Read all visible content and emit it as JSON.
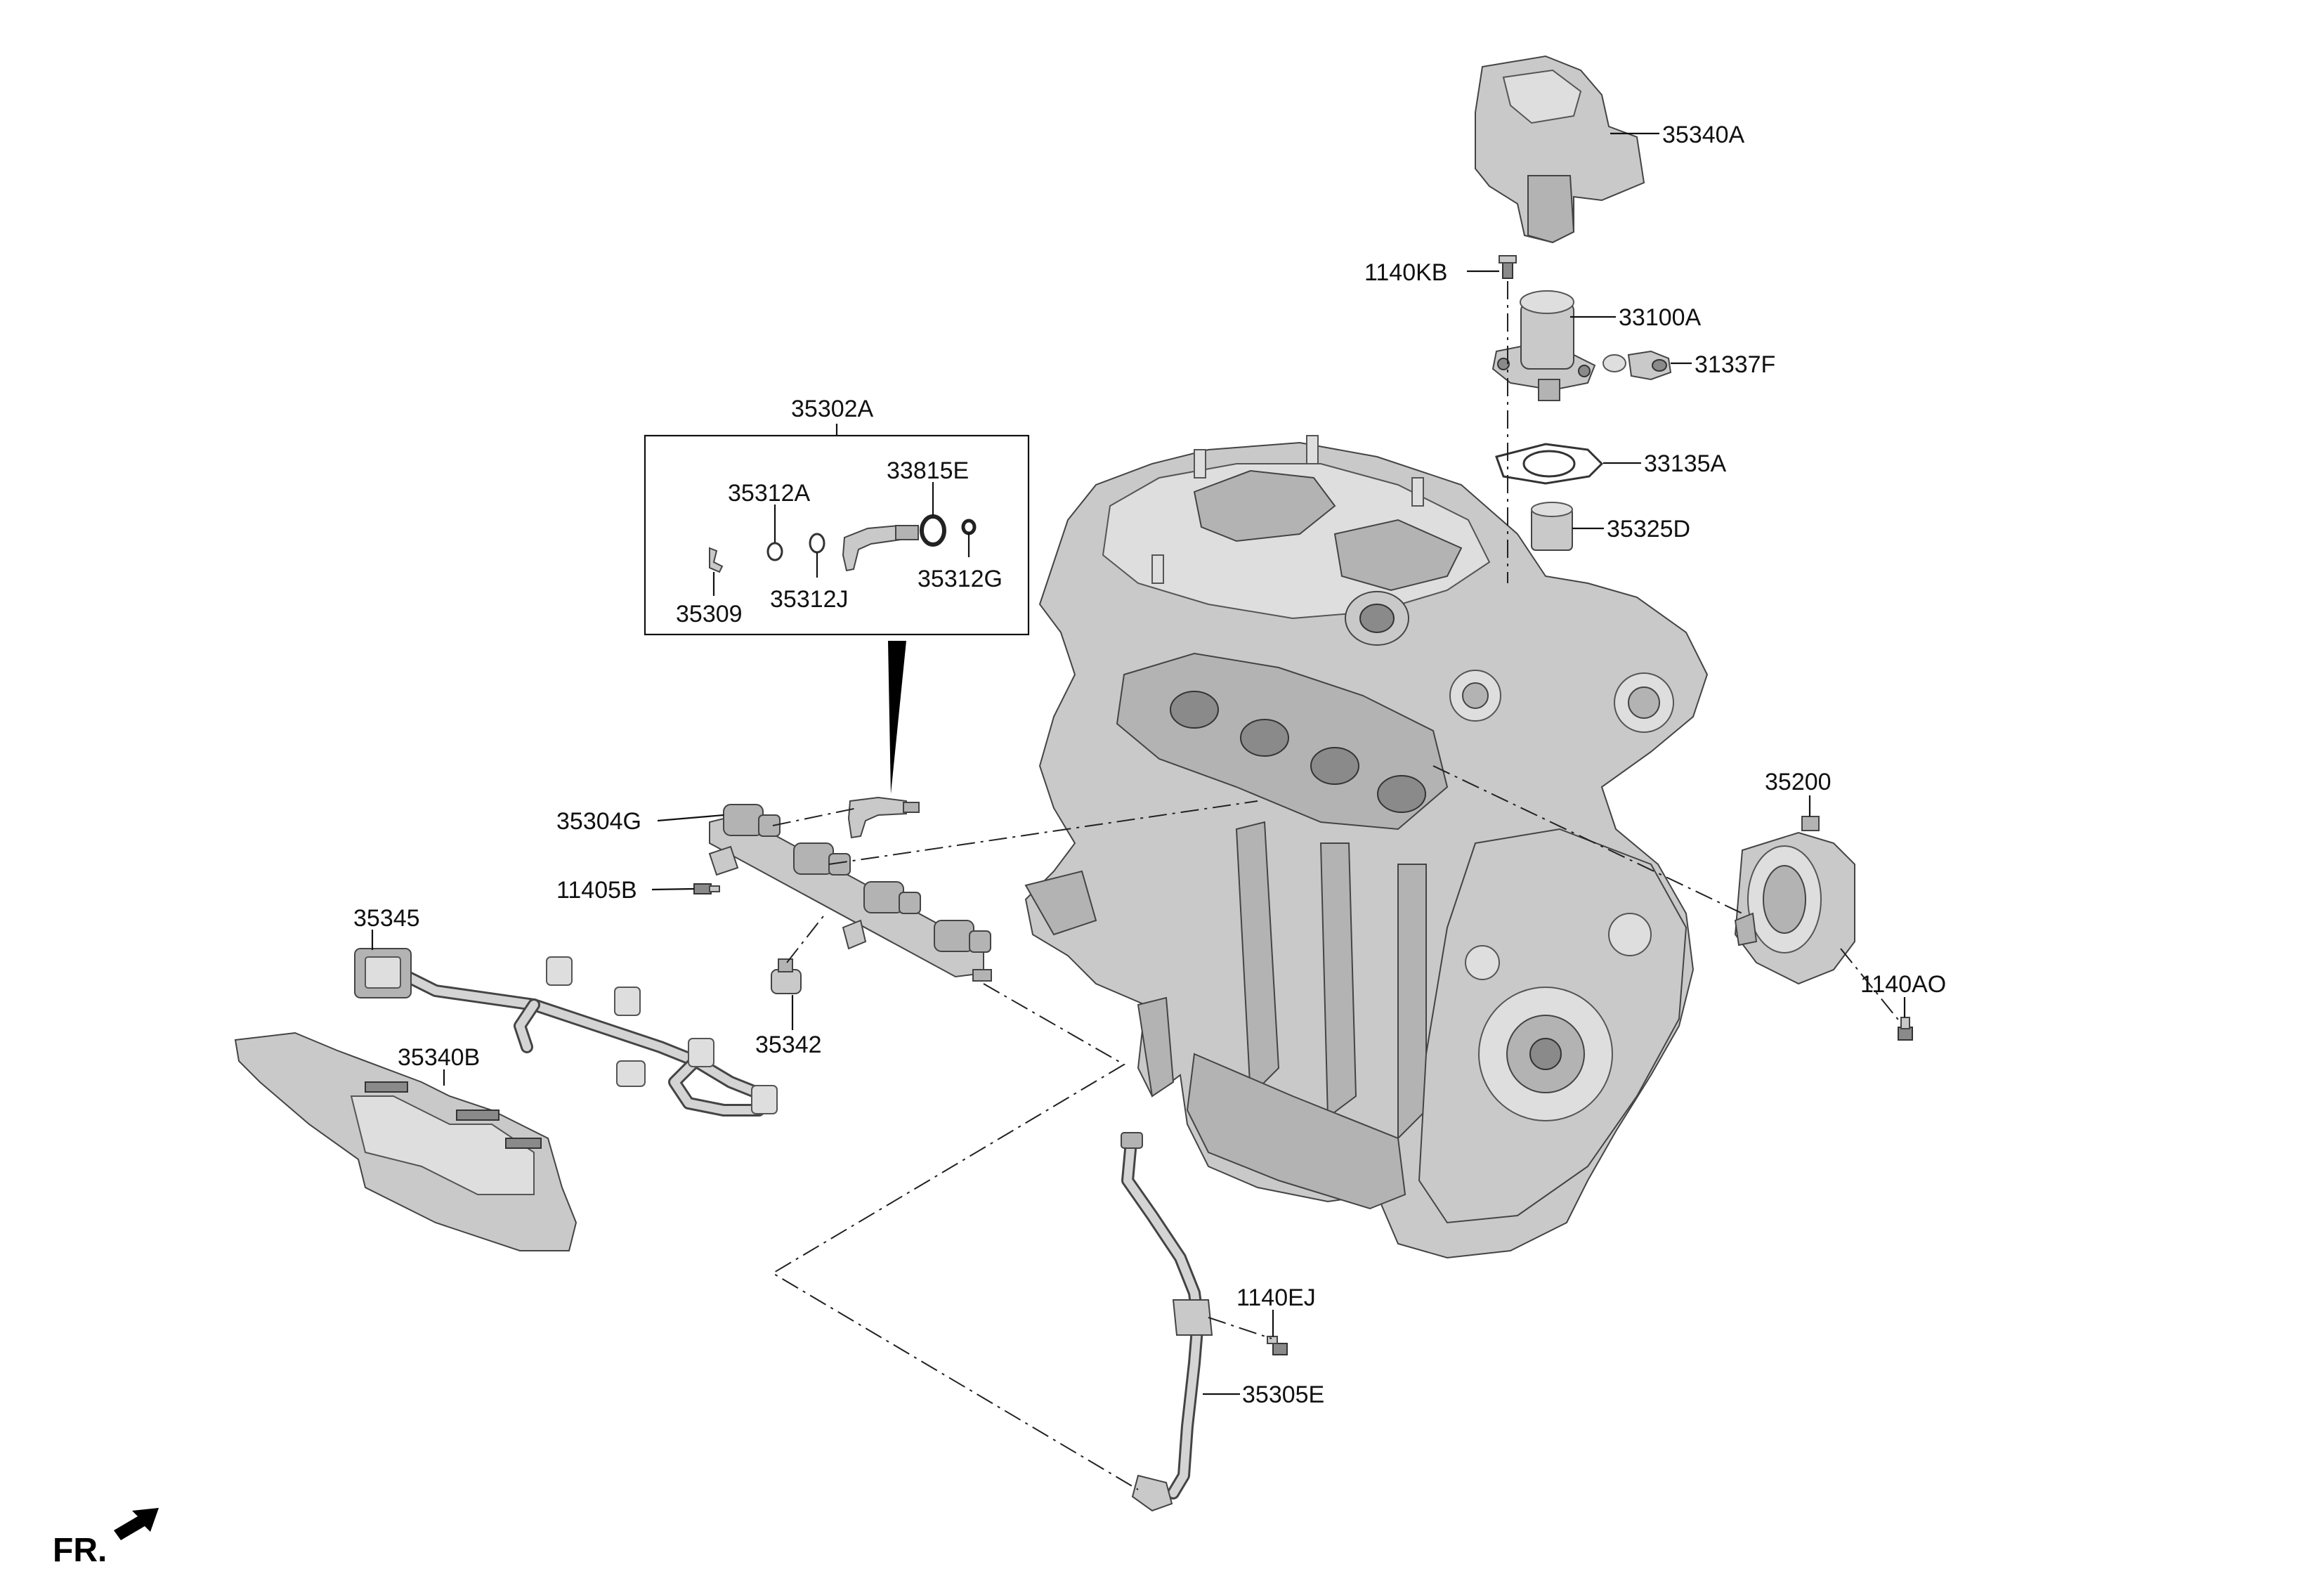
{
  "diagram": {
    "orientation_label": "FR.",
    "group_label": "35302A",
    "parts": {
      "p35340A": "35340A",
      "p1140KB": "1140KB",
      "p33100A": "33100A",
      "p31337F": "31337F",
      "p33135A": "33135A",
      "p35325D": "35325D",
      "p35312A": "35312A",
      "p33815E": "33815E",
      "p35312G": "35312G",
      "p35312J": "35312J",
      "p35309": "35309",
      "p35304G": "35304G",
      "p11405B": "11405B",
      "p35345": "35345",
      "p35342": "35342",
      "p35340B": "35340B",
      "p35200": "35200",
      "p1140AO": "1140AO",
      "p1140EJ": "1140EJ",
      "p35305E": "35305E"
    }
  }
}
